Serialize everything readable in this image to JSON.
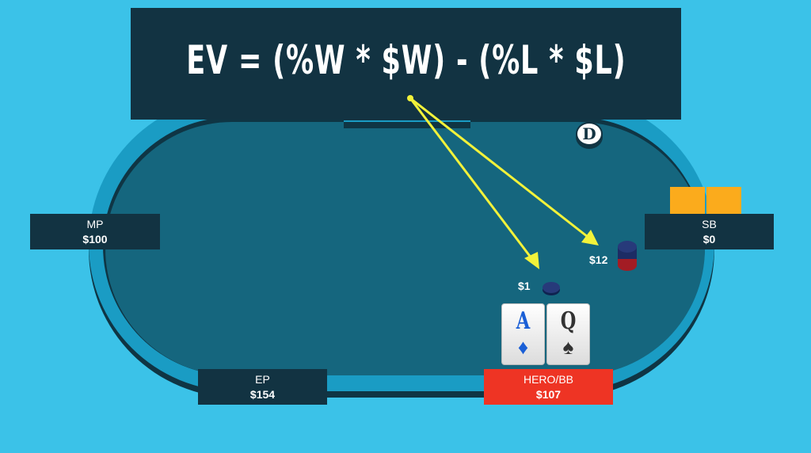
{
  "formula": {
    "text": "EV = (%W * $W) - (%L * $L)"
  },
  "dealer_button": {
    "label": "D"
  },
  "seats": {
    "mp": {
      "position": "MP",
      "stack": "$100"
    },
    "sb": {
      "position": "SB",
      "stack": "$0"
    },
    "ep": {
      "position": "EP",
      "stack": "$154"
    },
    "hero": {
      "position": "HERO/BB",
      "stack": "$107"
    }
  },
  "bets": {
    "hero_bet": "$1",
    "sb_bet": "$12"
  },
  "hero_cards": [
    {
      "rank": "A",
      "suit": "♦",
      "color": "#1a5fd6"
    },
    {
      "rank": "Q",
      "suit": "♠",
      "color": "#333333"
    }
  ],
  "colors": {
    "background": "#3bc2e8",
    "rail": "#1a9cc4",
    "felt": "#15667e",
    "panel": "#123342",
    "hero_seat": "#ee3424",
    "folded_cards": "#fbab1c",
    "arrow": "#f2f23a",
    "chip_blue": "#273a7a",
    "chip_red": "#a31c24"
  }
}
